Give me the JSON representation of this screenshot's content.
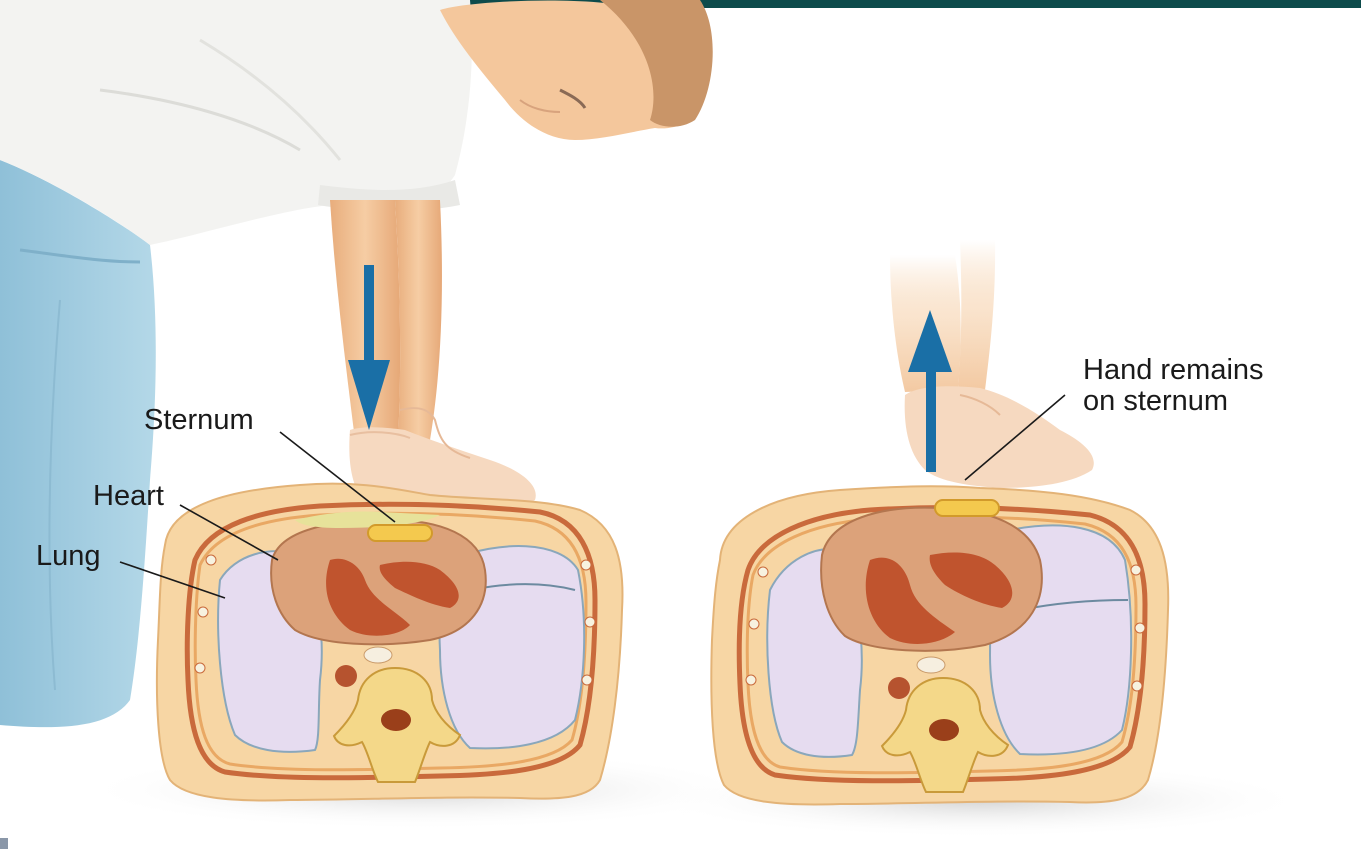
{
  "labels": {
    "sternum": "Sternum",
    "heart": "Heart",
    "lung": "Lung",
    "hand_line1": "Hand remains",
    "hand_line2": "on sternum"
  },
  "colors": {
    "top_bar": "#0d4b4b",
    "arrow": "#1a6fa6",
    "lung": "#e6dcf0",
    "heart": "#dca27a",
    "heart_chambers": "#c0542e",
    "body_wall": "#f5cf97",
    "sternum": "#f4c94e",
    "shirt": "#f3f3f1",
    "pants": "#9fcbe0",
    "skin": "#f3c9a2"
  },
  "icons": {
    "down_arrow": "arrow-down-icon",
    "up_arrow": "arrow-up-icon"
  }
}
